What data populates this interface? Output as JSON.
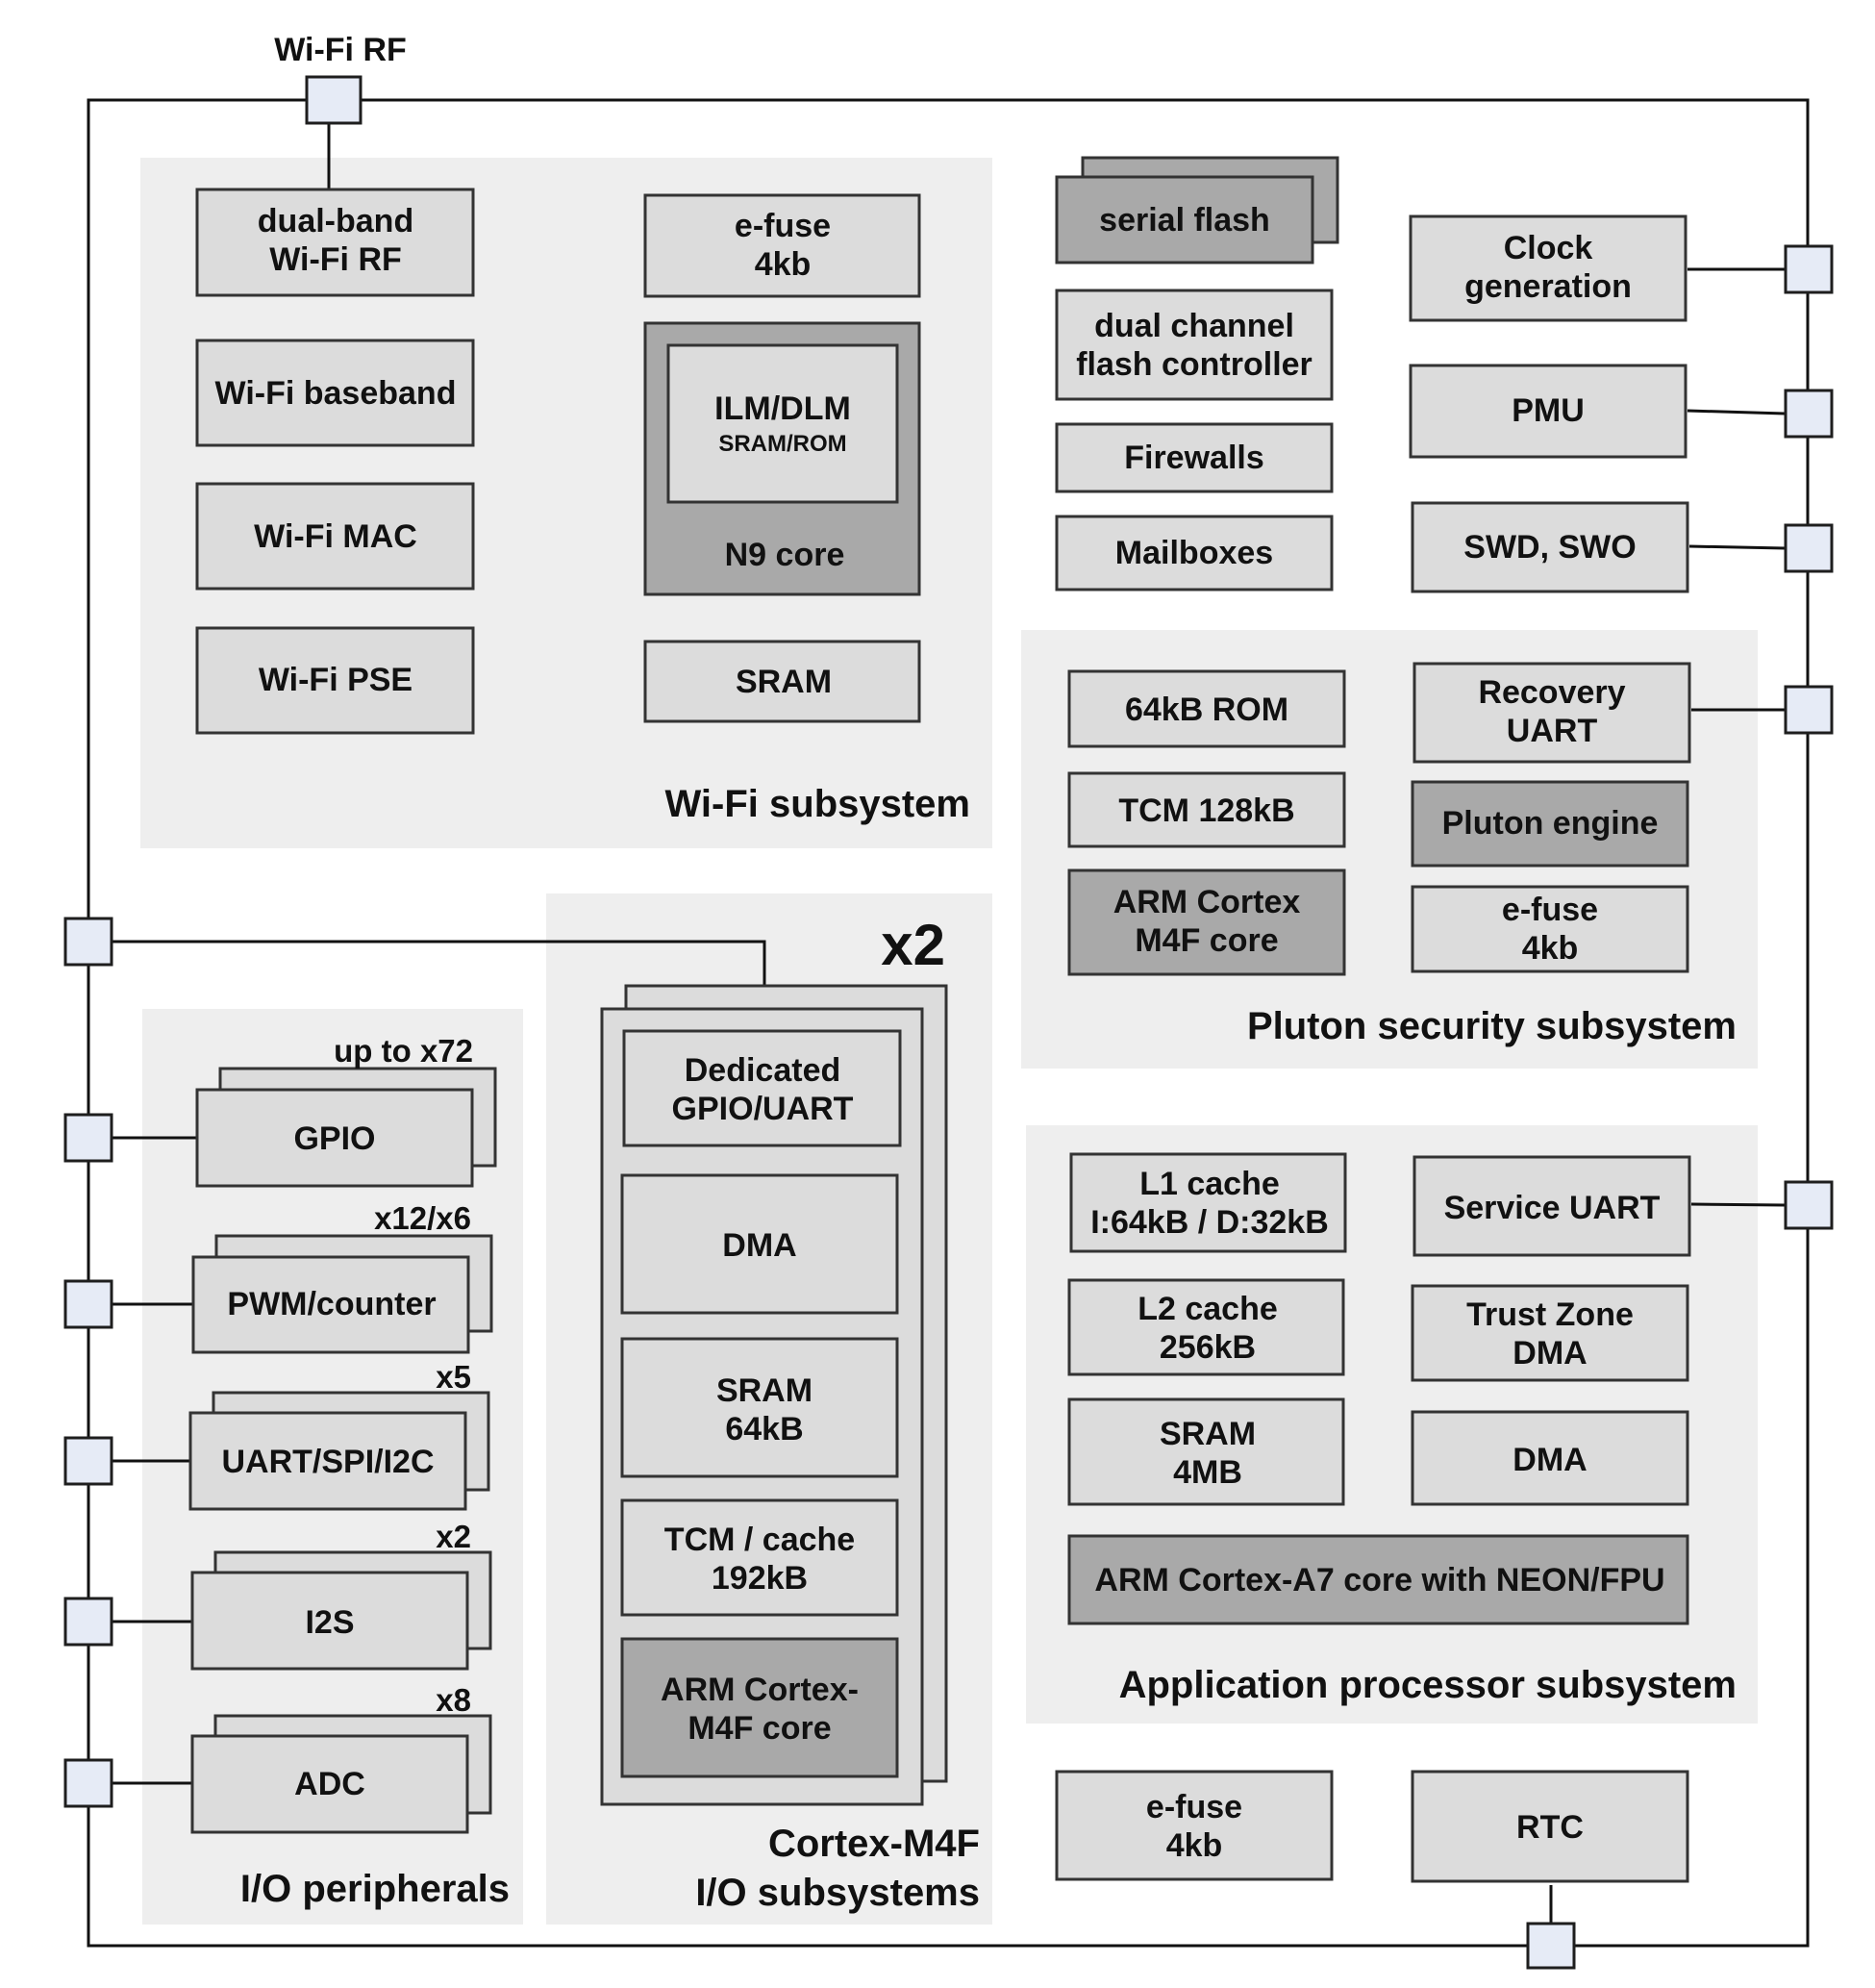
{
  "wifi_rf_pin": "Wi-Fi RF",
  "wifi": {
    "title": "Wi-Fi subsystem",
    "dual_band": [
      "dual-band",
      "Wi-Fi RF"
    ],
    "baseband": "Wi-Fi baseband",
    "mac": "Wi-Fi MAC",
    "pse": "Wi-Fi PSE",
    "efuse": [
      "e-fuse",
      "4kb"
    ],
    "ilm": "ILM/DLM",
    "ilm_sub": "SRAM/ROM",
    "n9": "N9 core",
    "sram": "SRAM"
  },
  "flash": {
    "serial": "serial flash",
    "controller": [
      "dual channel",
      "flash controller"
    ],
    "firewalls": "Firewalls",
    "mailboxes": "Mailboxes"
  },
  "right_top": {
    "clock": [
      "Clock",
      "generation"
    ],
    "pmu": "PMU",
    "swd": "SWD, SWO"
  },
  "pluton": {
    "title": "Pluton security subsystem",
    "rom": "64kB ROM",
    "tcm": "TCM 128kB",
    "arm": [
      "ARM Cortex",
      "M4F core"
    ],
    "recovery": [
      "Recovery",
      "UART"
    ],
    "engine": "Pluton engine",
    "efuse": [
      "e-fuse",
      "4kb"
    ]
  },
  "io": {
    "title": "I/O peripherals",
    "gpio": "GPIO",
    "gpio_mult": "up to x72",
    "pwm": "PWM/counter",
    "pwm_mult": "x12/x6",
    "uart": "UART/SPI/I2C",
    "uart_mult": "x5",
    "i2s": "I2S",
    "i2s_mult": "x2",
    "adc": "ADC",
    "adc_mult": "x8"
  },
  "m4f": {
    "title": [
      "Cortex-M4F",
      "I/O subsystems"
    ],
    "mult": "x2",
    "gpio_uart": [
      "Dedicated",
      "GPIO/UART"
    ],
    "dma": "DMA",
    "sram": [
      "SRAM",
      "64kB"
    ],
    "tcm": [
      "TCM / cache",
      "192kB"
    ],
    "arm": [
      "ARM Cortex-",
      "M4F core"
    ]
  },
  "app": {
    "title": "Application processor subsystem",
    "l1": [
      "L1 cache",
      "I:64kB / D:32kB"
    ],
    "l2": [
      "L2 cache",
      "256kB"
    ],
    "sram": [
      "SRAM",
      "4MB"
    ],
    "service_uart": "Service UART",
    "trustzone": [
      "Trust Zone",
      "DMA"
    ],
    "dma": "DMA",
    "a7": "ARM Cortex-A7 core with NEON/FPU"
  },
  "bottom": {
    "efuse": [
      "e-fuse",
      "4kb"
    ],
    "rtc": "RTC"
  }
}
